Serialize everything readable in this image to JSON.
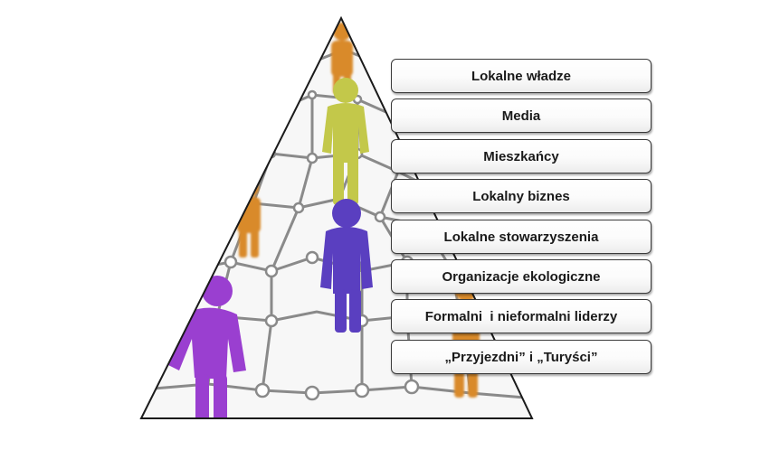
{
  "pyramid": {
    "tiers": [
      {
        "label": "Lokalne władze"
      },
      {
        "label": "Media"
      },
      {
        "label": "Mieszkańcy"
      },
      {
        "label": "Lokalny biznes"
      },
      {
        "label": "Lokalne stowarzyszenia"
      },
      {
        "label": "Organizacje ekologiczne"
      },
      {
        "label": "Formalni  i nieformalni liderzy"
      },
      {
        "label": "„Przyjezdni” i „Turyści”"
      }
    ],
    "figures": [
      {
        "name": "green-person-icon",
        "color": "#c3c84a"
      },
      {
        "name": "blue-person-icon",
        "color": "#5a3fc0"
      },
      {
        "name": "purple-person-icon",
        "color": "#9a3fd0"
      },
      {
        "name": "orange-person-icon",
        "color": "#d98a2a"
      }
    ],
    "network_color": "#8a8a8a"
  }
}
